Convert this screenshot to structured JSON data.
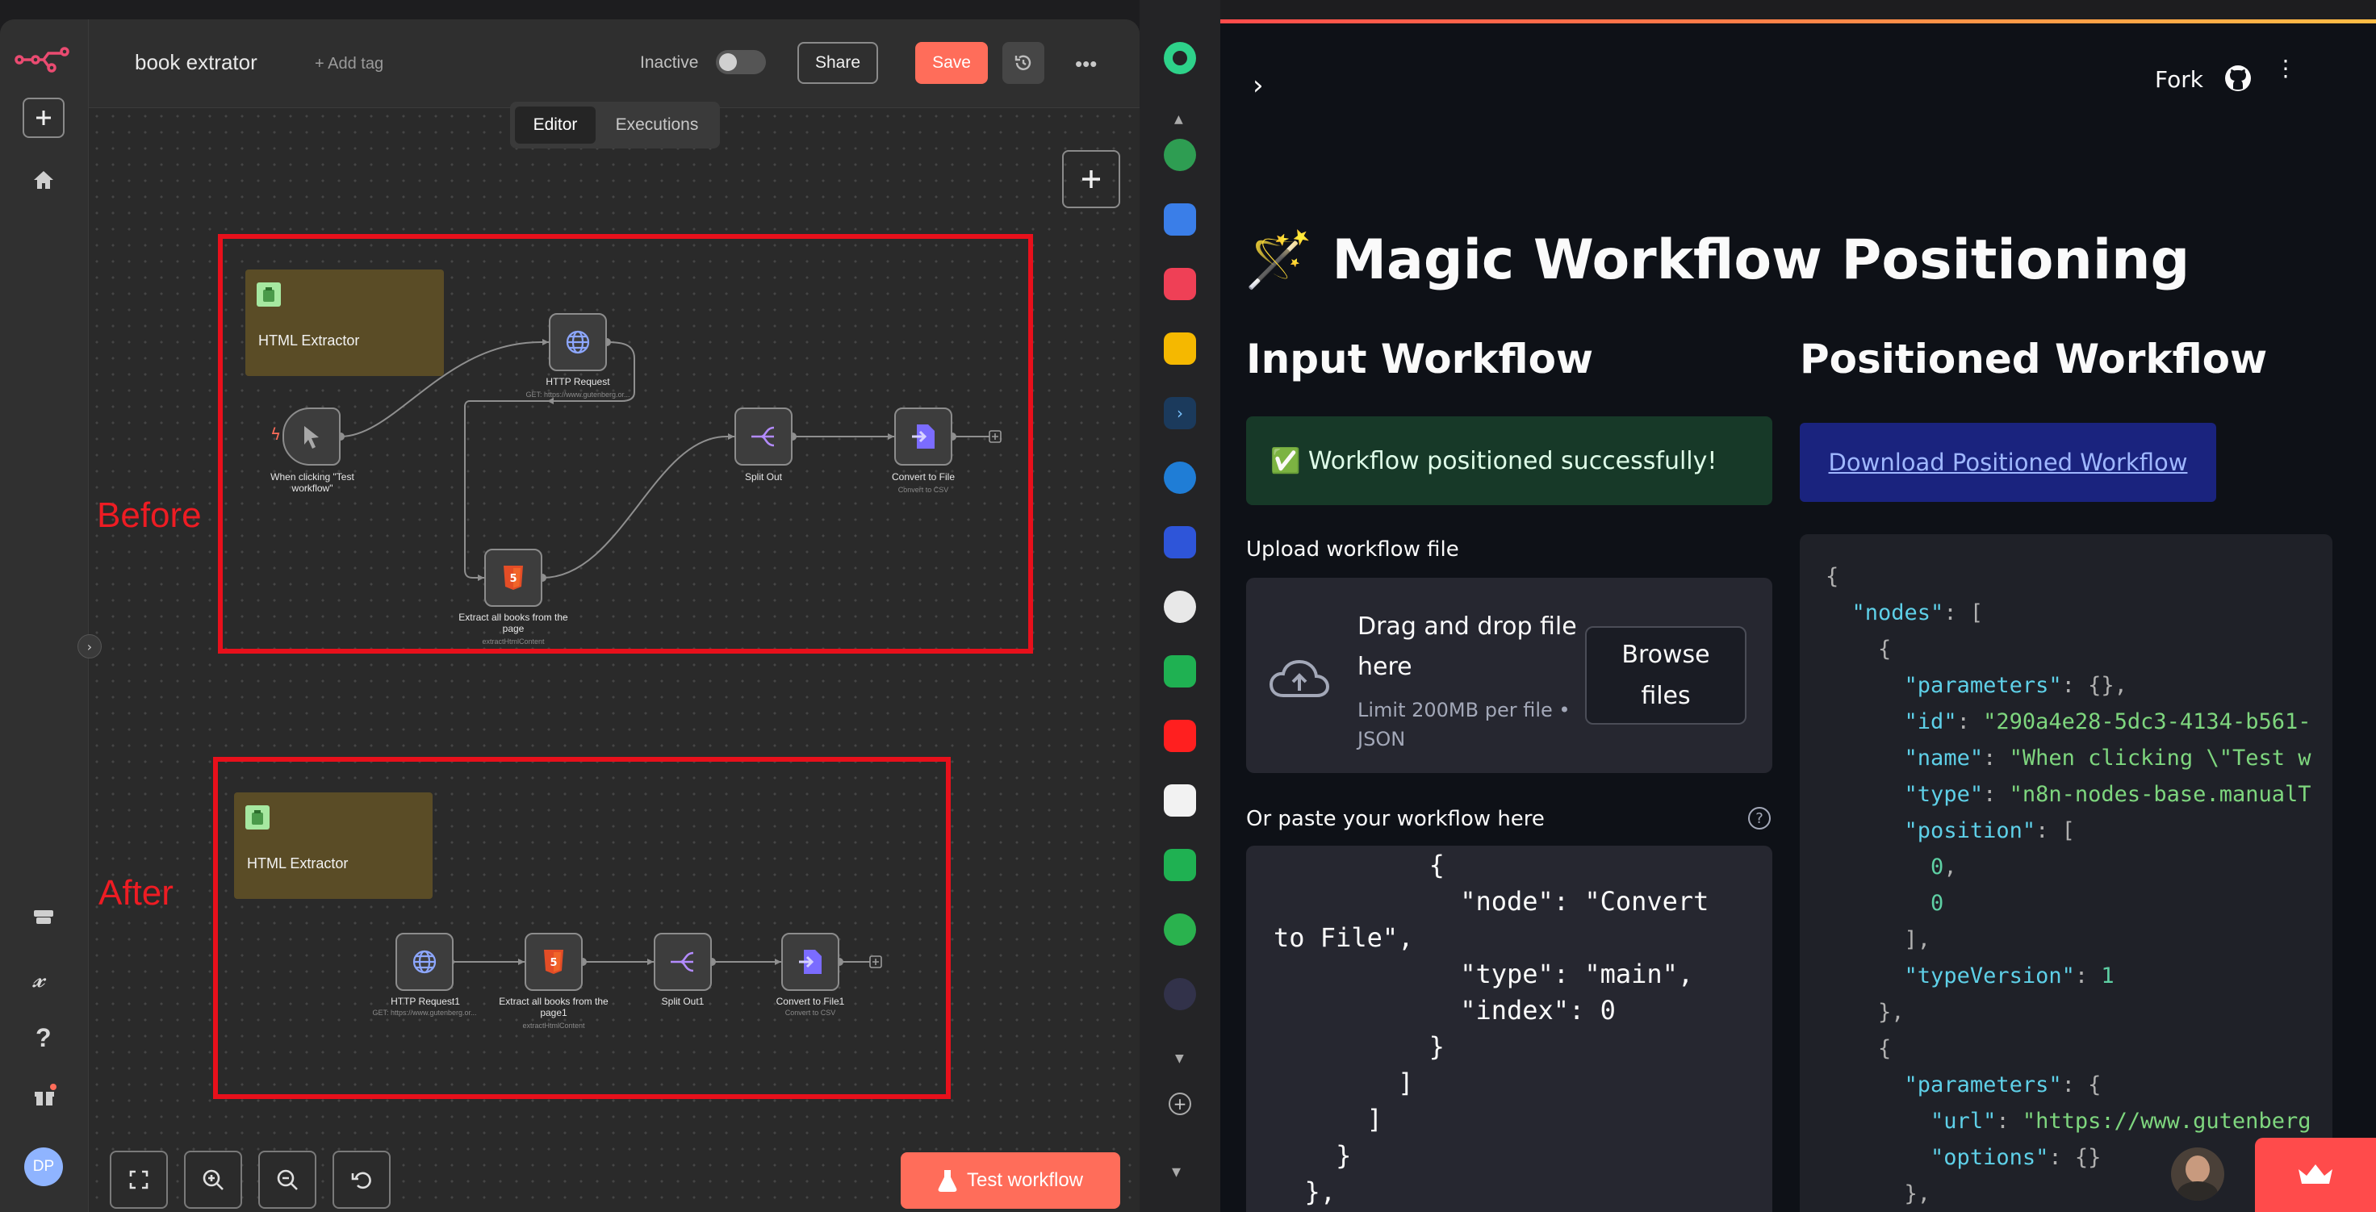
{
  "n8n": {
    "workflow_name": "book extrator",
    "add_tag": "+ Add tag",
    "status_label": "Inactive",
    "share_label": "Share",
    "save_label": "Save",
    "tabs": [
      {
        "label": "Editor",
        "active": true
      },
      {
        "label": "Executions",
        "active": false
      }
    ],
    "before_label": "Before",
    "after_label": "After",
    "before": {
      "sticky_title": "HTML Extractor",
      "nodes": [
        {
          "name": "When clicking \"Test workflow\"",
          "subtitle": "",
          "icon": "cursor-icon"
        },
        {
          "name": "HTTP Request",
          "subtitle": "GET: https://www.gutenberg.or...",
          "icon": "globe-icon"
        },
        {
          "name": "Extract all books from the page",
          "subtitle": "extractHtmlContent",
          "icon": "html5-icon"
        },
        {
          "name": "Split Out",
          "subtitle": "",
          "icon": "split-icon"
        },
        {
          "name": "Convert to File",
          "subtitle": "Convert to CSV",
          "icon": "file-icon"
        }
      ]
    },
    "after": {
      "sticky_title": "HTML Extractor",
      "nodes": [
        {
          "name": "HTTP Request1",
          "subtitle": "GET: https://www.gutenberg.or...",
          "icon": "globe-icon"
        },
        {
          "name": "Extract all books from the page1",
          "subtitle": "extractHtmlContent",
          "icon": "html5-icon"
        },
        {
          "name": "Split Out1",
          "subtitle": "",
          "icon": "split-icon"
        },
        {
          "name": "Convert to File1",
          "subtitle": "Convert to CSV",
          "icon": "file-icon"
        }
      ]
    },
    "test_workflow_label": "Test workflow",
    "user_initials": "DP",
    "colors": {
      "accent": "#ff6d5a",
      "annotation": "#e8101b"
    }
  },
  "streamlit": {
    "fork_label": "Fork",
    "title_emoji": "🪄",
    "title": "Magic Workflow Positioning",
    "input_heading": "Input Workflow",
    "output_heading": "Positioned Workflow",
    "success_message": "✅ Workflow positioned successfully!",
    "download_label": "Download Positioned Workflow",
    "upload_label": "Upload workflow file",
    "drop_title_line1": "Drag and drop file",
    "drop_title_line2": "here",
    "drop_limit_line1": "Limit 200MB per file •",
    "drop_limit_line2": "JSON",
    "browse_line1": "Browse",
    "browse_line2": "files",
    "paste_label": "Or paste your workflow here",
    "paste_lines": [
      "          {",
      "            \"node\": \"Convert",
      "to File\",",
      "            \"type\": \"main\",",
      "            \"index\": 0",
      "          }",
      "        ]",
      "      ]",
      "    }",
      "  },"
    ],
    "json_lines": [
      [
        {
          "t": "{",
          "c": "jp"
        }
      ],
      [
        {
          "t": "  ",
          "c": "jp"
        },
        {
          "t": "\"nodes\"",
          "c": "jk"
        },
        {
          "t": ": [",
          "c": "jp"
        }
      ],
      [
        {
          "t": "    {",
          "c": "jp"
        }
      ],
      [
        {
          "t": "      ",
          "c": "jp"
        },
        {
          "t": "\"parameters\"",
          "c": "jk"
        },
        {
          "t": ": {},",
          "c": "jp"
        }
      ],
      [
        {
          "t": "      ",
          "c": "jp"
        },
        {
          "t": "\"id\"",
          "c": "jk"
        },
        {
          "t": ": ",
          "c": "jp"
        },
        {
          "t": "\"290a4e28-5dc3-4134-b561-",
          "c": "js"
        }
      ],
      [
        {
          "t": "      ",
          "c": "jp"
        },
        {
          "t": "\"name\"",
          "c": "jk"
        },
        {
          "t": ": ",
          "c": "jp"
        },
        {
          "t": "\"When clicking \\\"Test w",
          "c": "js"
        }
      ],
      [
        {
          "t": "      ",
          "c": "jp"
        },
        {
          "t": "\"type\"",
          "c": "jk"
        },
        {
          "t": ": ",
          "c": "jp"
        },
        {
          "t": "\"n8n-nodes-base.manualT",
          "c": "js"
        }
      ],
      [
        {
          "t": "      ",
          "c": "jp"
        },
        {
          "t": "\"position\"",
          "c": "jk"
        },
        {
          "t": ": [",
          "c": "jp"
        }
      ],
      [
        {
          "t": "        ",
          "c": "jp"
        },
        {
          "t": "0",
          "c": "jn"
        },
        {
          "t": ",",
          "c": "jp"
        }
      ],
      [
        {
          "t": "        ",
          "c": "jp"
        },
        {
          "t": "0",
          "c": "jn"
        }
      ],
      [
        {
          "t": "      ],",
          "c": "jp"
        }
      ],
      [
        {
          "t": "      ",
          "c": "jp"
        },
        {
          "t": "\"typeVersion\"",
          "c": "jk"
        },
        {
          "t": ": ",
          "c": "jp"
        },
        {
          "t": "1",
          "c": "jn"
        }
      ],
      [
        {
          "t": "    },",
          "c": "jp"
        }
      ],
      [
        {
          "t": "    {",
          "c": "jp"
        }
      ],
      [
        {
          "t": "      ",
          "c": "jp"
        },
        {
          "t": "\"parameters\"",
          "c": "jk"
        },
        {
          "t": ": {",
          "c": "jp"
        }
      ],
      [
        {
          "t": "        ",
          "c": "jp"
        },
        {
          "t": "\"url\"",
          "c": "jk"
        },
        {
          "t": ": ",
          "c": "jp"
        },
        {
          "t": "\"https://www.gutenberg",
          "c": "js"
        }
      ],
      [
        {
          "t": "        ",
          "c": "jp"
        },
        {
          "t": "\"options\"",
          "c": "jk"
        },
        {
          "t": ": {}",
          "c": "jp"
        }
      ],
      [
        {
          "t": "      },",
          "c": "jp"
        }
      ]
    ]
  }
}
